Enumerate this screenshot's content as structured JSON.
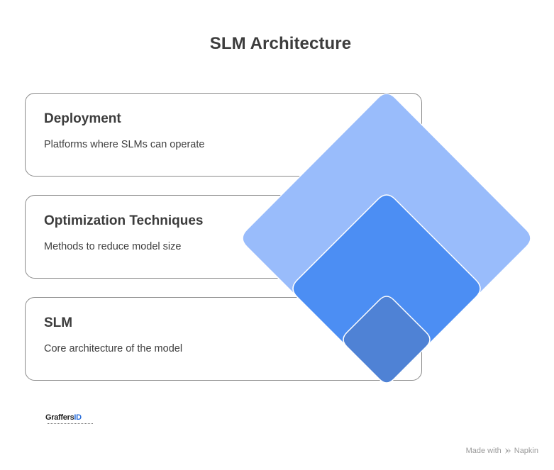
{
  "title": "SLM Architecture",
  "layers": [
    {
      "title": "Deployment",
      "description": "Platforms where SLMs can operate",
      "color": "#99BCFB"
    },
    {
      "title": "Optimization Techniques",
      "description": "Methods to reduce model size",
      "color": "#4C8EF3"
    },
    {
      "title": "SLM",
      "description": "Core architecture of the model",
      "color": "#4F82D5"
    }
  ],
  "logo": {
    "main": "Graffers",
    "accent": "ID"
  },
  "footer": {
    "made_with": "Made with",
    "brand": "Napkin"
  }
}
